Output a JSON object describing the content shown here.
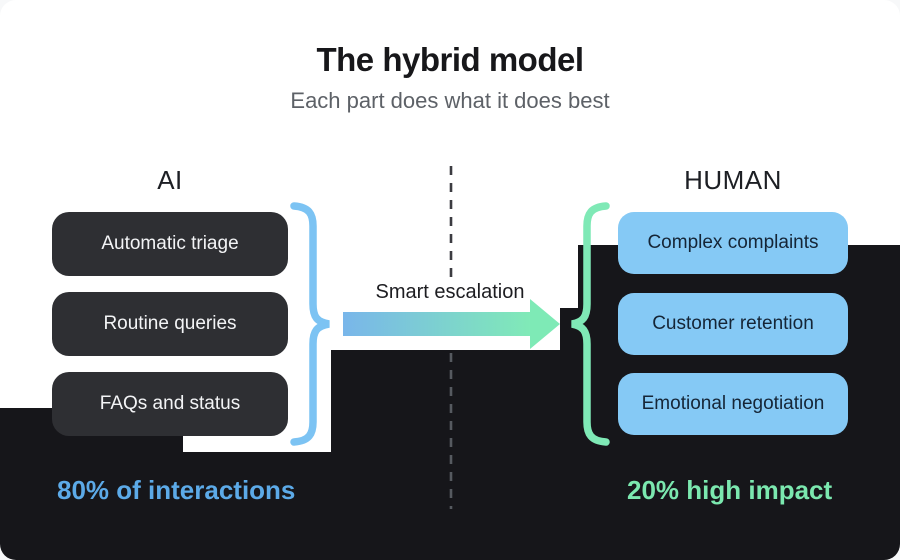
{
  "header": {
    "title": "The hybrid model",
    "subtitle": "Each part does what it does best"
  },
  "columns": {
    "ai": {
      "label": "AI",
      "items": [
        "Automatic triage",
        "Routine queries",
        "FAQs and status"
      ],
      "stat": "80% of interactions"
    },
    "human": {
      "label": "HUMAN",
      "items": [
        "Complex complaints",
        "Customer retention",
        "Emotional negotiation"
      ],
      "stat": "20% high impact"
    }
  },
  "escalation": {
    "label": "Smart escalation"
  },
  "colors": {
    "ai_accent": "#5caae8",
    "human_accent": "#7be8af",
    "ai_brace": "#7cc3f3",
    "human_brace": "#7fe9b6",
    "arrow_gradient_start": "#79b6ea",
    "arrow_gradient_end": "#80eab7",
    "dark_panel": "#16161a",
    "dark_box": "#2e2f33",
    "blue_box": "#85c9f5"
  }
}
